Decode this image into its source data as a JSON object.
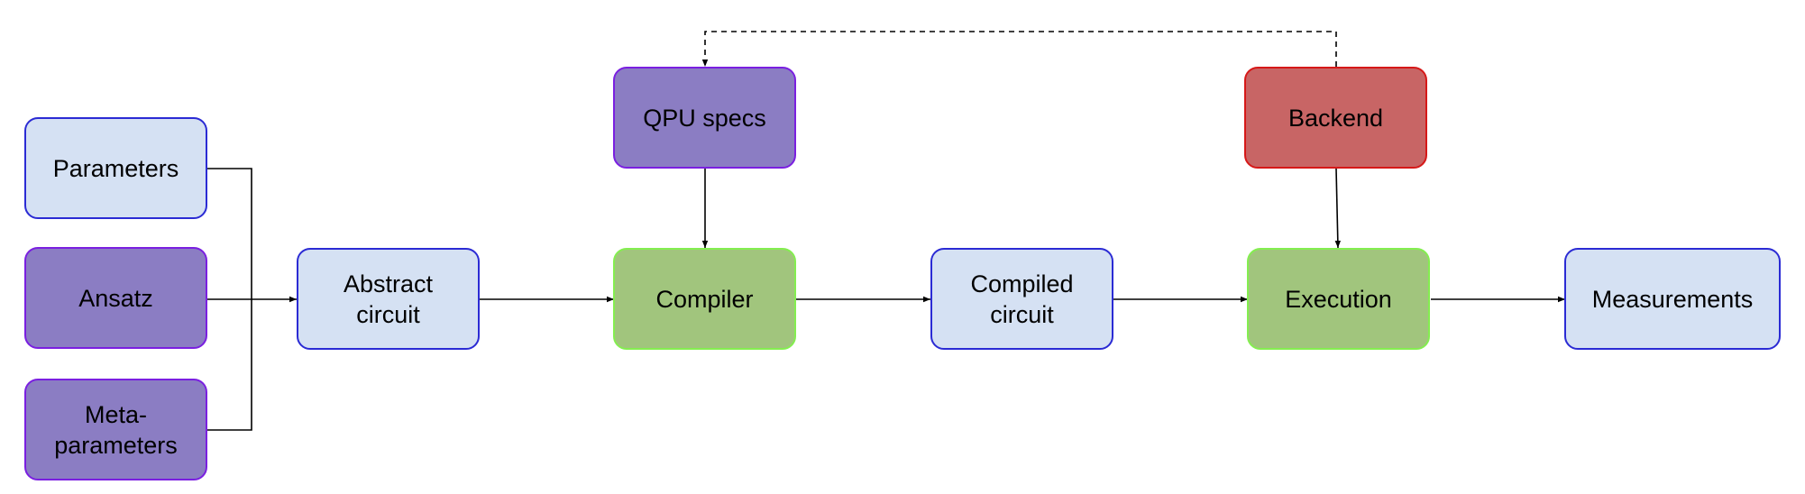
{
  "nodes": {
    "parameters": {
      "label": "Parameters",
      "fill": "#d5e1f3",
      "border": "#2b2bd4"
    },
    "ansatz": {
      "label": "Ansatz",
      "fill": "#8b7dc3",
      "border": "#7a1fe0"
    },
    "meta_parameters": {
      "label": "Meta-\nparameters",
      "fill": "#8b7dc3",
      "border": "#7a1fe0"
    },
    "abstract_circuit": {
      "label": "Abstract\ncircuit",
      "fill": "#d5e1f3",
      "border": "#2b2bd4"
    },
    "qpu_specs": {
      "label": "QPU specs",
      "fill": "#8b7dc3",
      "border": "#7a1fe0"
    },
    "compiler": {
      "label": "Compiler",
      "fill": "#a1c57d",
      "border": "#84ee50"
    },
    "compiled_circuit": {
      "label": "Compiled\ncircuit",
      "fill": "#d5e1f3",
      "border": "#2b2bd4"
    },
    "backend": {
      "label": "Backend",
      "fill": "#c86565",
      "border": "#d61818"
    },
    "execution": {
      "label": "Execution",
      "fill": "#a1c57d",
      "border": "#84ee50"
    },
    "measurements": {
      "label": "Measurements",
      "fill": "#d5e1f3",
      "border": "#2b2bd4"
    }
  },
  "edges": [
    {
      "from": "parameters",
      "to": "abstract_circuit",
      "style": "solid"
    },
    {
      "from": "ansatz",
      "to": "abstract_circuit",
      "style": "solid"
    },
    {
      "from": "meta_parameters",
      "to": "abstract_circuit",
      "style": "solid"
    },
    {
      "from": "abstract_circuit",
      "to": "compiler",
      "style": "solid"
    },
    {
      "from": "qpu_specs",
      "to": "compiler",
      "style": "solid"
    },
    {
      "from": "compiler",
      "to": "compiled_circuit",
      "style": "solid"
    },
    {
      "from": "compiled_circuit",
      "to": "execution",
      "style": "solid"
    },
    {
      "from": "backend",
      "to": "execution",
      "style": "solid"
    },
    {
      "from": "execution",
      "to": "measurements",
      "style": "solid"
    },
    {
      "from": "backend",
      "to": "qpu_specs",
      "style": "dashed"
    }
  ]
}
